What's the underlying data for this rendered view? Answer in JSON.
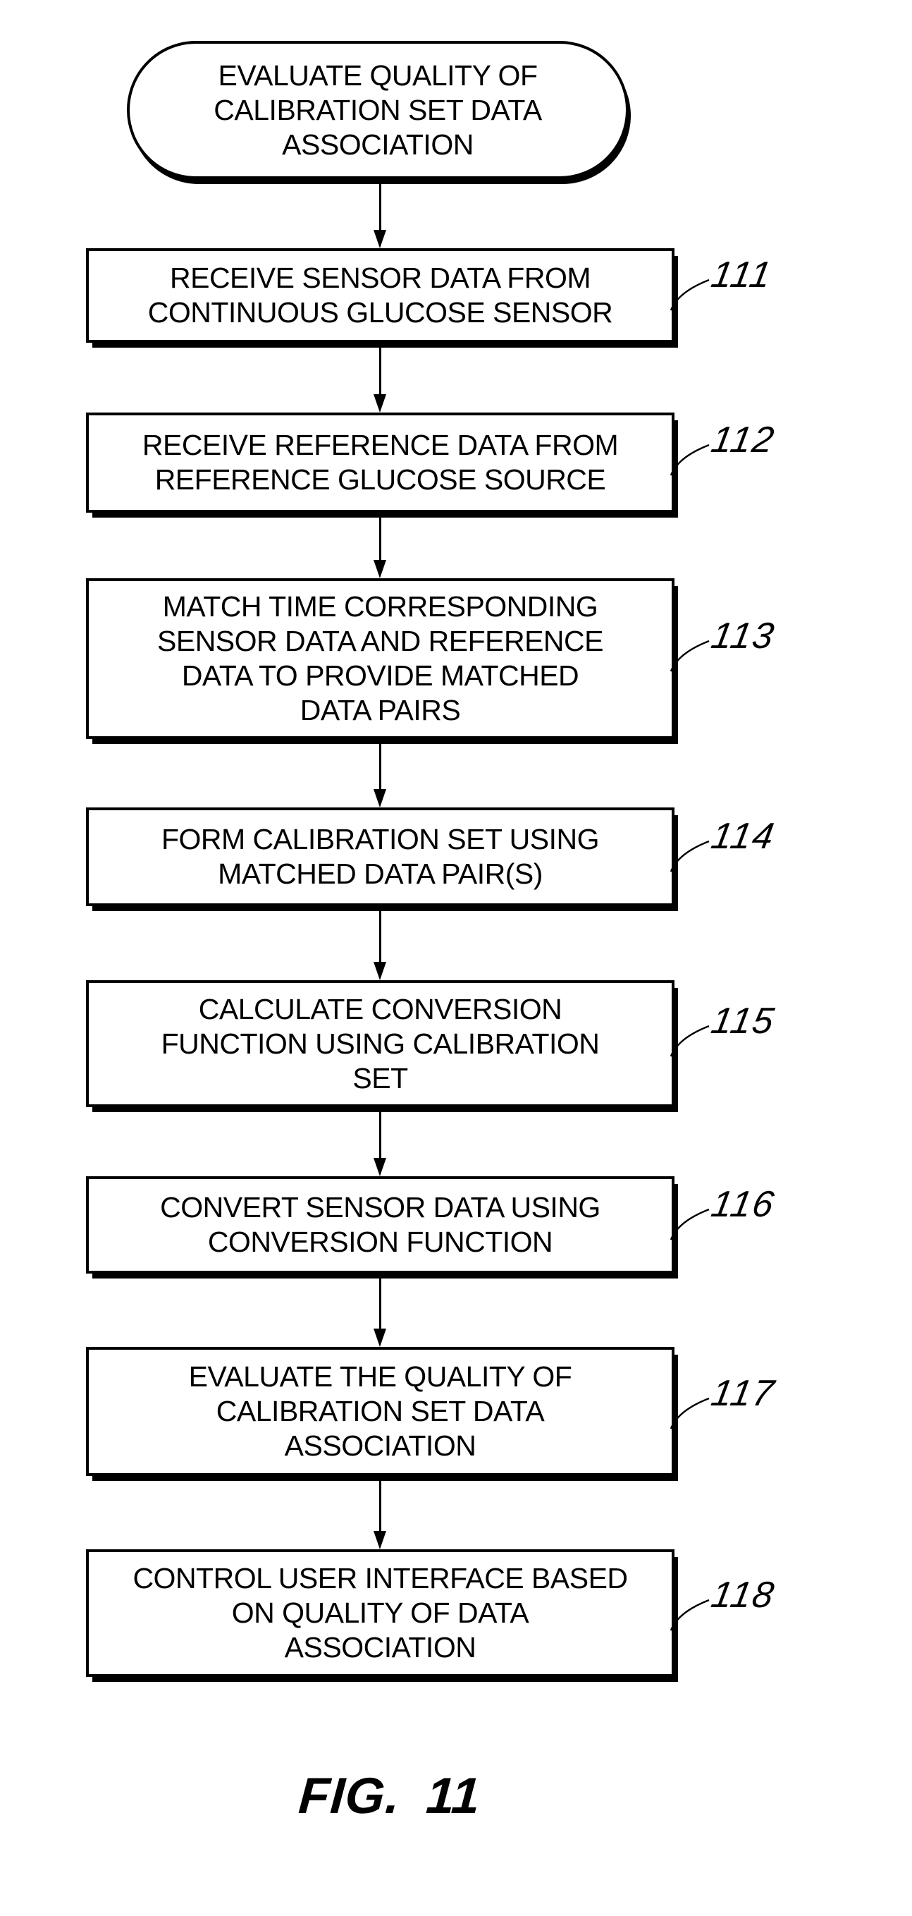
{
  "figure": {
    "caption": "FIG. 11",
    "type": "flowchart"
  },
  "colors": {
    "ink": "#000000",
    "paper": "#ffffff"
  },
  "flowchart": {
    "start": {
      "label": "EVALUATE QUALITY OF\nCALIBRATION SET DATA\nASSOCIATION"
    },
    "steps": [
      {
        "ref": "111",
        "label": "RECEIVE SENSOR DATA FROM\nCONTINUOUS GLUCOSE SENSOR"
      },
      {
        "ref": "112",
        "label": "RECEIVE REFERENCE DATA FROM\nREFERENCE GLUCOSE SOURCE"
      },
      {
        "ref": "113",
        "label": "MATCH TIME CORRESPONDING\nSENSOR DATA AND REFERENCE\nDATA TO PROVIDE MATCHED\nDATA PAIRS"
      },
      {
        "ref": "114",
        "label": "FORM CALIBRATION SET USING\nMATCHED DATA PAIR(S)"
      },
      {
        "ref": "115",
        "label": "CALCULATE CONVERSION\nFUNCTION USING CALIBRATION\nSET"
      },
      {
        "ref": "116",
        "label": "CONVERT SENSOR DATA USING\nCONVERSION FUNCTION"
      },
      {
        "ref": "117",
        "label": "EVALUATE THE QUALITY OF\nCALIBRATION SET DATA\nASSOCIATION"
      },
      {
        "ref": "118",
        "label": "CONTROL USER INTERFACE BASED\nON QUALITY OF DATA\nASSOCIATION"
      }
    ]
  }
}
